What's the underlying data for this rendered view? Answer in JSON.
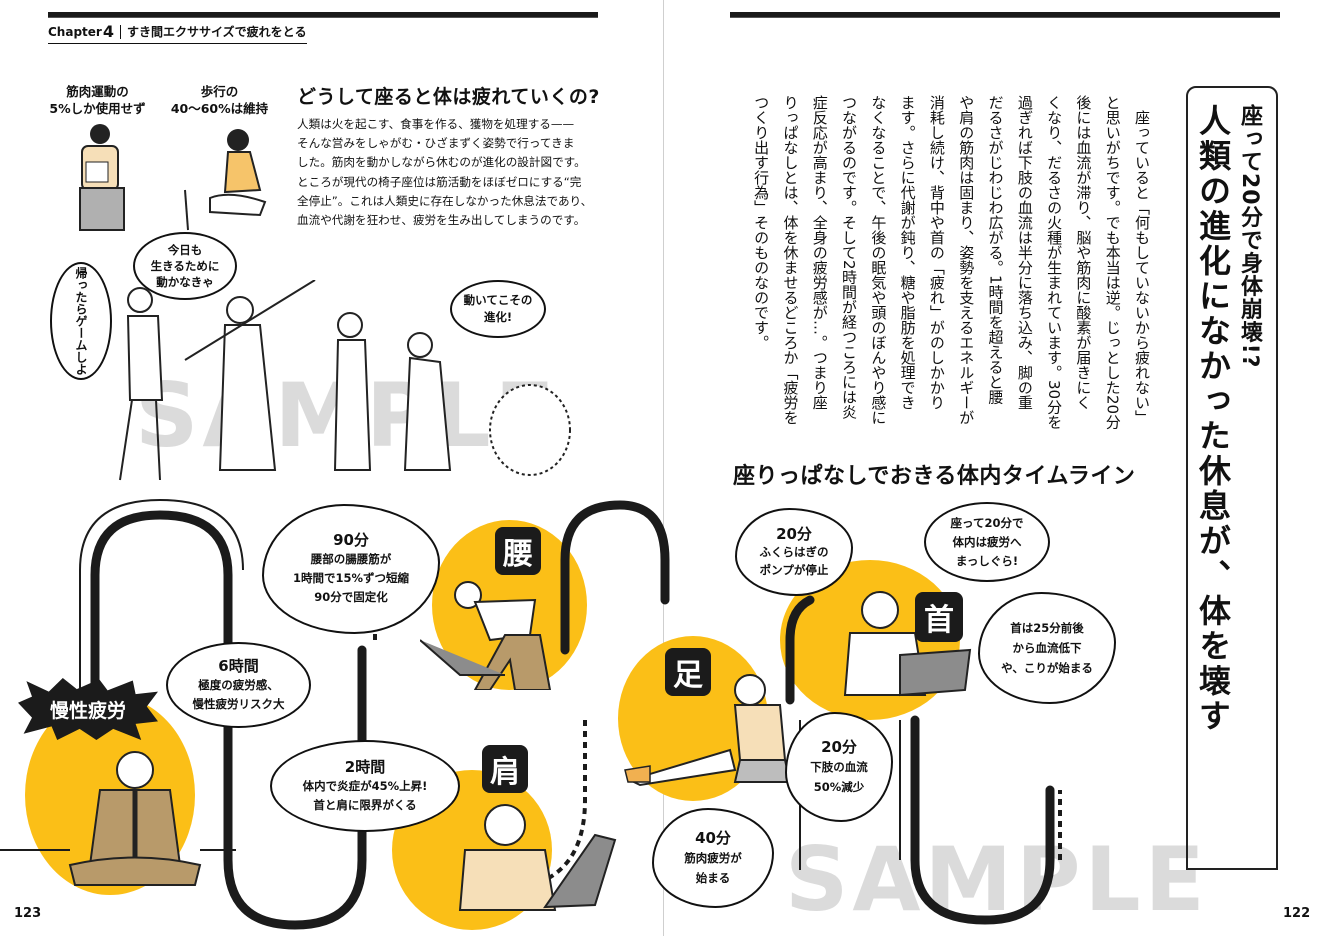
{
  "left_page": {
    "chapter_label": "Chapter",
    "chapter_number": "4",
    "chapter_title": "すき間エクササイズで疲れをとる",
    "captions": [
      {
        "line1": "筋肉運動の",
        "line2": "5%しか使用せず"
      },
      {
        "line1": "歩行の",
        "line2": "40〜60%は維持"
      }
    ],
    "heading": "どうして座ると体は疲れていくの?",
    "body_lines": [
      "人類は火を起こす、食事を作る、獲物を処理する——",
      "そんな営みをしゃがむ・ひざまずく姿勢で行ってきま",
      "した。筋肉を動かしながら休むのが進化の設計図です。",
      "ところが現代の椅子座位は筋活動をほぼゼロにする“完",
      "全停止”。これは人類史に存在しなかった休息法であり、",
      "血流や代謝を狂わせ、疲労を生み出してしまうのです。"
    ],
    "evolution_bubbles": {
      "modern": "帰ったらゲームしよ",
      "caveman": [
        "今日も",
        "生きるために",
        "動かなきゃ"
      ],
      "ape": [
        "動いてこその",
        "進化!"
      ]
    },
    "timeline": {
      "chronic_label": "慢性疲労",
      "waist_label": "腰",
      "shoulder_label": "肩",
      "bubbles": [
        {
          "time": "90分",
          "lines": [
            "腰部の腸腰筋が",
            "1時間で15%ずつ短縮",
            "90分で固定化"
          ]
        },
        {
          "time": "6時間",
          "lines": [
            "極度の疲労感、",
            "慢性疲労リスク大"
          ]
        },
        {
          "time": "2時間",
          "lines": [
            "体内で炎症が45%上昇!",
            "首と肩に限界がくる"
          ]
        }
      ]
    },
    "page_number": "123"
  },
  "right_page": {
    "title_sub": "座って20分で身体崩壊!?",
    "title_main": "人類の進化になかった休息が、体を壊す",
    "body_columns": [
      "　座っていると「何もしていないから疲れない」",
      "と思いがちです。でも本当は逆。じっとした20分",
      "後には血流が滞り、脳や筋肉に酸素が届きにく",
      "くなり、だるさの火種が生まれています。30分を",
      "過ぎれば下肢の血流は半分に落ち込み、脚の重",
      "だるさがじわじわ広がる。1時間を超えると腰",
      "や肩の筋肉は固まり、姿勢を支えるエネルギーが",
      "消耗し続け、背中や首の「疲れ」がのしかかり",
      "ます。さらに代謝が鈍り、糖や脂肪を処理でき",
      "なくなることで、午後の眠気や頭のぼんやり感に",
      "つながるのです。そして2時間が経つころには炎",
      "症反応が高まり、全身の疲労感が…。つまり座",
      "りっぱなしとは、体を休ませるどころか「疲労を",
      "つくり出す行為」そのものなのです。"
    ],
    "timeline_heading": "座りっぱなしでおきる体内タイムライン",
    "timeline": {
      "neck_label": "首",
      "leg_label": "足",
      "bubbles": [
        {
          "time": "20分",
          "lines": [
            "ふくらはぎの",
            "ポンプが停止"
          ]
        },
        {
          "lines": [
            "座って20分で",
            "体内は疲労へ",
            "まっしぐら!"
          ]
        },
        {
          "lines": [
            "首は25分前後",
            "から血流低下",
            "や、こりが始まる"
          ]
        },
        {
          "time": "20分",
          "lines": [
            "下肢の血流",
            "50%減少"
          ]
        },
        {
          "time": "40分",
          "lines": [
            "筋肉疲労が",
            "始まる"
          ]
        }
      ]
    },
    "page_number": "122"
  },
  "watermark": "SAMPLE",
  "colors": {
    "accent_yellow": "#fbbf17",
    "ink": "#1b1b1b",
    "suit_brown": "#b89a6a"
  }
}
